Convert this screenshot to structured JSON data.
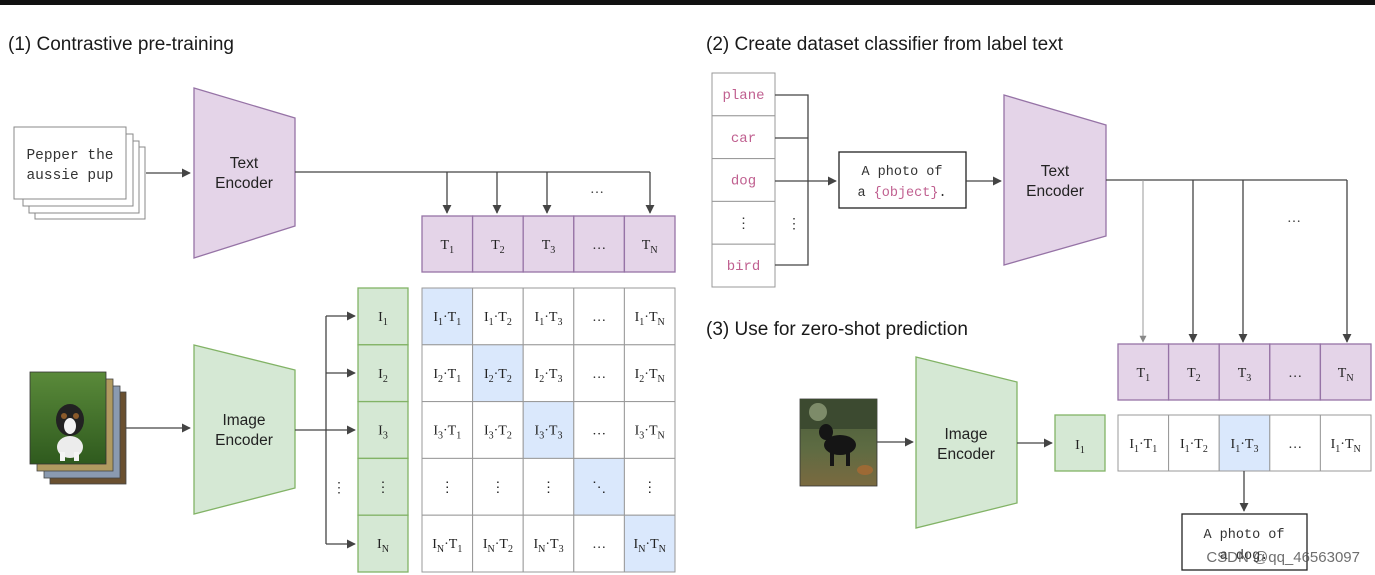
{
  "sections": {
    "pretraining": "(1) Contrastive pre-training",
    "classifier": "(2) Create dataset classifier from label text",
    "zeroshot": "(3) Use for zero-shot prediction"
  },
  "pretraining": {
    "input_text_line1": "Pepper the",
    "input_text_line2": "aussie pup",
    "text_encoder": [
      "Text",
      "Encoder"
    ],
    "image_encoder": [
      "Image",
      "Encoder"
    ],
    "text_embeddings": [
      {
        "base": "T",
        "sub": "1"
      },
      {
        "base": "T",
        "sub": "2"
      },
      {
        "base": "T",
        "sub": "3"
      },
      {
        "base": "…",
        "sub": ""
      },
      {
        "base": "T",
        "sub": "N"
      }
    ],
    "image_embeddings": [
      {
        "base": "I",
        "sub": "1"
      },
      {
        "base": "I",
        "sub": "2"
      },
      {
        "base": "I",
        "sub": "3"
      },
      {
        "base": "⋮",
        "sub": ""
      },
      {
        "base": "I",
        "sub": "N"
      }
    ],
    "top_dots": "…",
    "left_dots": "⋮",
    "matrix": [
      [
        "I1·T1",
        "I1·T2",
        "I1·T3",
        "…",
        "I1·TN"
      ],
      [
        "I2·T1",
        "I2·T2",
        "I2·T3",
        "…",
        "I2·TN"
      ],
      [
        "I3·T1",
        "I3·T2",
        "I3·T3",
        "…",
        "I3·TN"
      ],
      [
        "⋮",
        "⋮",
        "⋮",
        "⋱",
        "⋮"
      ],
      [
        "IN·T1",
        "IN·T2",
        "IN·T3",
        "…",
        "IN·TN"
      ]
    ],
    "diagonal_highlight": [
      [
        0,
        0
      ],
      [
        1,
        1
      ],
      [
        2,
        2
      ],
      [
        3,
        3
      ],
      [
        4,
        4
      ]
    ]
  },
  "classifier": {
    "labels": [
      "plane",
      "car",
      "dog",
      "⋮",
      "bird"
    ],
    "side_dots": "⋮",
    "prompt_line1": "A photo of",
    "prompt_line2_prefix": "a ",
    "prompt_placeholder": "{object}",
    "prompt_line2_suffix": ".",
    "text_encoder": [
      "Text",
      "Encoder"
    ],
    "top_dots": "…",
    "text_embeddings": [
      {
        "base": "T",
        "sub": "1"
      },
      {
        "base": "T",
        "sub": "2"
      },
      {
        "base": "T",
        "sub": "3"
      },
      {
        "base": "…",
        "sub": ""
      },
      {
        "base": "T",
        "sub": "N"
      }
    ]
  },
  "zeroshot": {
    "image_encoder": [
      "Image",
      "Encoder"
    ],
    "image_embedding": {
      "base": "I",
      "sub": "1"
    },
    "scores": [
      "I1·T1",
      "I1·T2",
      "I1·T3",
      "…",
      "I1·TN"
    ],
    "highlight_index": 2,
    "output_line1": "A photo of",
    "output_line2": "a dog."
  },
  "watermark": "CSDN @qq_46563097",
  "colors": {
    "purple_fill": "#e4d4e8",
    "purple_stroke": "#9673a6",
    "green_fill": "#d5e8d4",
    "green_stroke": "#82b366",
    "highlight": "#dae8fc",
    "label_pink": "#c06090",
    "grid": "#999999",
    "arrow": "#444444"
  },
  "icons": {
    "puppy_photo": "puppy-photo-icon",
    "dog_photo": "dog-photo-icon"
  }
}
